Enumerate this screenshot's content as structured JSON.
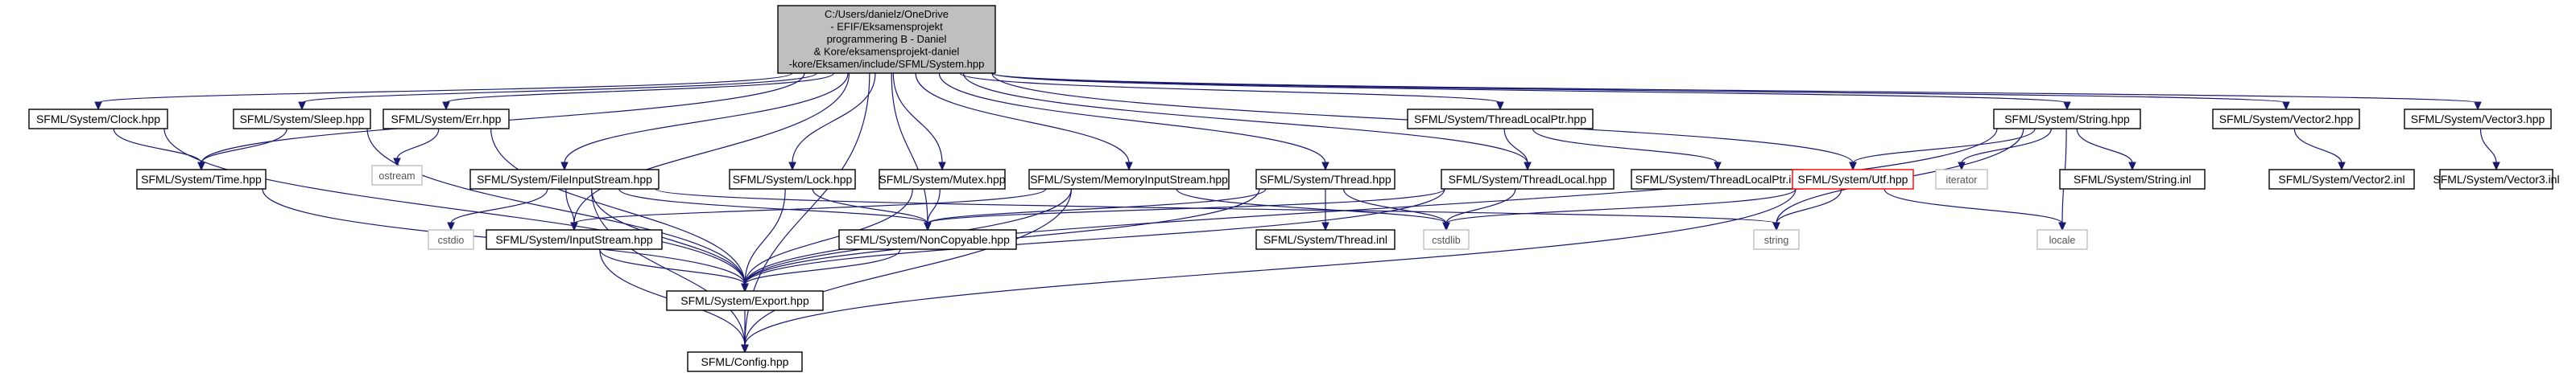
{
  "graph": {
    "nodes": [
      {
        "id": "root",
        "lines": [
          "C:/Users/danielz/OneDrive",
          "- EFIF/Eksamensprojekt",
          "programmering B - Daniel",
          "& Kore/eksamensprojekt-daniel",
          "-kore/Eksamen/include/SFML/System.hpp"
        ],
        "kind": "root"
      },
      {
        "id": "clock",
        "label": "SFML/System/Clock.hpp",
        "kind": "file"
      },
      {
        "id": "sleep",
        "label": "SFML/System/Sleep.hpp",
        "kind": "file"
      },
      {
        "id": "err",
        "label": "SFML/System/Err.hpp",
        "kind": "file"
      },
      {
        "id": "tlptr",
        "label": "SFML/System/ThreadLocalPtr.hpp",
        "kind": "file"
      },
      {
        "id": "string",
        "label": "SFML/System/String.hpp",
        "kind": "file"
      },
      {
        "id": "vec2",
        "label": "SFML/System/Vector2.hpp",
        "kind": "file"
      },
      {
        "id": "vec3",
        "label": "SFML/System/Vector3.hpp",
        "kind": "file"
      },
      {
        "id": "ostream",
        "label": "ostream",
        "kind": "external"
      },
      {
        "id": "time",
        "label": "SFML/System/Time.hpp",
        "kind": "file"
      },
      {
        "id": "fis",
        "label": "SFML/System/FileInputStream.hpp",
        "kind": "file"
      },
      {
        "id": "lock",
        "label": "SFML/System/Lock.hpp",
        "kind": "file"
      },
      {
        "id": "mutex",
        "label": "SFML/System/Mutex.hpp",
        "kind": "file"
      },
      {
        "id": "mis",
        "label": "SFML/System/MemoryInputStream.hpp",
        "kind": "file"
      },
      {
        "id": "thread",
        "label": "SFML/System/Thread.hpp",
        "kind": "file"
      },
      {
        "id": "tlocal",
        "label": "SFML/System/ThreadLocal.hpp",
        "kind": "file"
      },
      {
        "id": "tlptrinl",
        "label": "SFML/System/ThreadLocalPtr.inl",
        "kind": "file"
      },
      {
        "id": "utf",
        "label": "SFML/System/Utf.hpp",
        "kind": "error"
      },
      {
        "id": "iterator",
        "label": "iterator",
        "kind": "external"
      },
      {
        "id": "stringinl",
        "label": "SFML/System/String.inl",
        "kind": "file"
      },
      {
        "id": "vec2inl",
        "label": "SFML/System/Vector2.inl",
        "kind": "file"
      },
      {
        "id": "vec3inl",
        "label": "SFML/System/Vector3.inl",
        "kind": "file"
      },
      {
        "id": "cstdio",
        "label": "cstdio",
        "kind": "external"
      },
      {
        "id": "inputstream",
        "label": "SFML/System/InputStream.hpp",
        "kind": "file"
      },
      {
        "id": "noncopyable",
        "label": "SFML/System/NonCopyable.hpp",
        "kind": "file"
      },
      {
        "id": "threadinl",
        "label": "SFML/System/Thread.inl",
        "kind": "file"
      },
      {
        "id": "cstdlib",
        "label": "cstdlib",
        "kind": "external"
      },
      {
        "id": "stdstring",
        "label": "string",
        "kind": "external"
      },
      {
        "id": "locale",
        "label": "locale",
        "kind": "external"
      },
      {
        "id": "export",
        "label": "SFML/System/Export.hpp",
        "kind": "file"
      },
      {
        "id": "config",
        "label": "SFML/Config.hpp",
        "kind": "file"
      }
    ],
    "edges": [
      [
        "root",
        "clock"
      ],
      [
        "root",
        "time"
      ],
      [
        "root",
        "sleep"
      ],
      [
        "root",
        "err"
      ],
      [
        "root",
        "fis"
      ],
      [
        "root",
        "inputstream"
      ],
      [
        "root",
        "noncopyable"
      ],
      [
        "root",
        "lock"
      ],
      [
        "root",
        "mutex"
      ],
      [
        "root",
        "mis"
      ],
      [
        "root",
        "thread"
      ],
      [
        "root",
        "tlocal"
      ],
      [
        "root",
        "tlptr"
      ],
      [
        "root",
        "utf"
      ],
      [
        "root",
        "string"
      ],
      [
        "root",
        "vec2"
      ],
      [
        "root",
        "vec3"
      ],
      [
        "root",
        "config"
      ],
      [
        "clock",
        "time"
      ],
      [
        "clock",
        "export"
      ],
      [
        "sleep",
        "time"
      ],
      [
        "sleep",
        "export"
      ],
      [
        "err",
        "ostream"
      ],
      [
        "err",
        "export"
      ],
      [
        "time",
        "export"
      ],
      [
        "fis",
        "cstdio"
      ],
      [
        "fis",
        "inputstream"
      ],
      [
        "fis",
        "noncopyable"
      ],
      [
        "fis",
        "stdstring"
      ],
      [
        "fis",
        "export"
      ],
      [
        "fis",
        "config"
      ],
      [
        "lock",
        "noncopyable"
      ],
      [
        "lock",
        "export"
      ],
      [
        "mutex",
        "noncopyable"
      ],
      [
        "mutex",
        "export"
      ],
      [
        "mis",
        "inputstream"
      ],
      [
        "mis",
        "cstdlib"
      ],
      [
        "mis",
        "export"
      ],
      [
        "mis",
        "config"
      ],
      [
        "thread",
        "noncopyable"
      ],
      [
        "thread",
        "threadinl"
      ],
      [
        "thread",
        "cstdlib"
      ],
      [
        "thread",
        "export"
      ],
      [
        "tlocal",
        "noncopyable"
      ],
      [
        "tlocal",
        "cstdlib"
      ],
      [
        "tlocal",
        "export"
      ],
      [
        "tlptr",
        "tlocal"
      ],
      [
        "tlptr",
        "tlptrinl"
      ],
      [
        "utf",
        "cstdlib"
      ],
      [
        "utf",
        "stdstring"
      ],
      [
        "utf",
        "locale"
      ],
      [
        "utf",
        "config"
      ],
      [
        "string",
        "utf"
      ],
      [
        "string",
        "iterator"
      ],
      [
        "string",
        "stringinl"
      ],
      [
        "string",
        "stdstring"
      ],
      [
        "string",
        "locale"
      ],
      [
        "string",
        "export"
      ],
      [
        "vec2",
        "vec2inl"
      ],
      [
        "vec3",
        "vec3inl"
      ],
      [
        "inputstream",
        "export"
      ],
      [
        "inputstream",
        "config"
      ],
      [
        "noncopyable",
        "export"
      ],
      [
        "export",
        "config"
      ]
    ]
  }
}
